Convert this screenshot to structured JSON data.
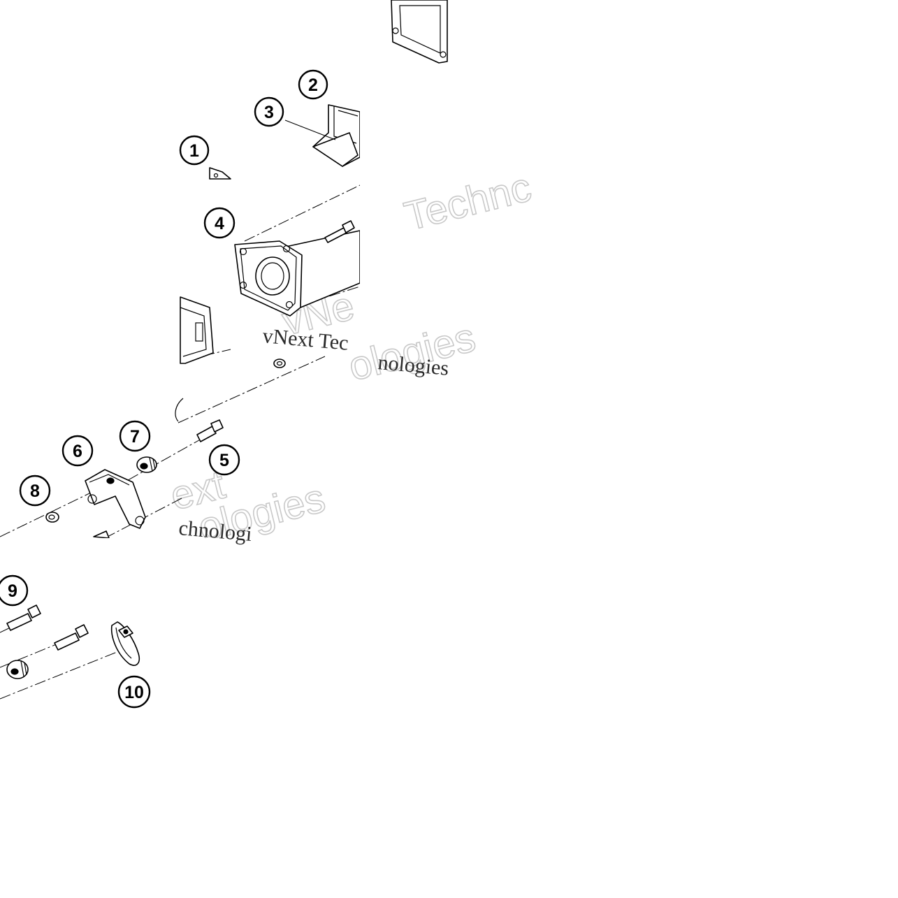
{
  "callouts": [
    {
      "label": "1"
    },
    {
      "label": "2"
    },
    {
      "label": "3"
    },
    {
      "label": "4"
    },
    {
      "label": "5"
    },
    {
      "label": "6"
    },
    {
      "label": "7"
    },
    {
      "label": "8"
    },
    {
      "label": "9"
    },
    {
      "label": "10"
    }
  ],
  "watermarks": {
    "outline_1": "Technc",
    "outline_2": "vNe",
    "outline_3": "ologies",
    "outline_4": "ext",
    "outline_5": "ologies",
    "serif_1": "vNext Tec",
    "serif_2": "nologies",
    "serif_3": "chnologi"
  },
  "colors": {
    "line": "#000000",
    "background": "#ffffff",
    "watermark": "#c9c9c9"
  }
}
